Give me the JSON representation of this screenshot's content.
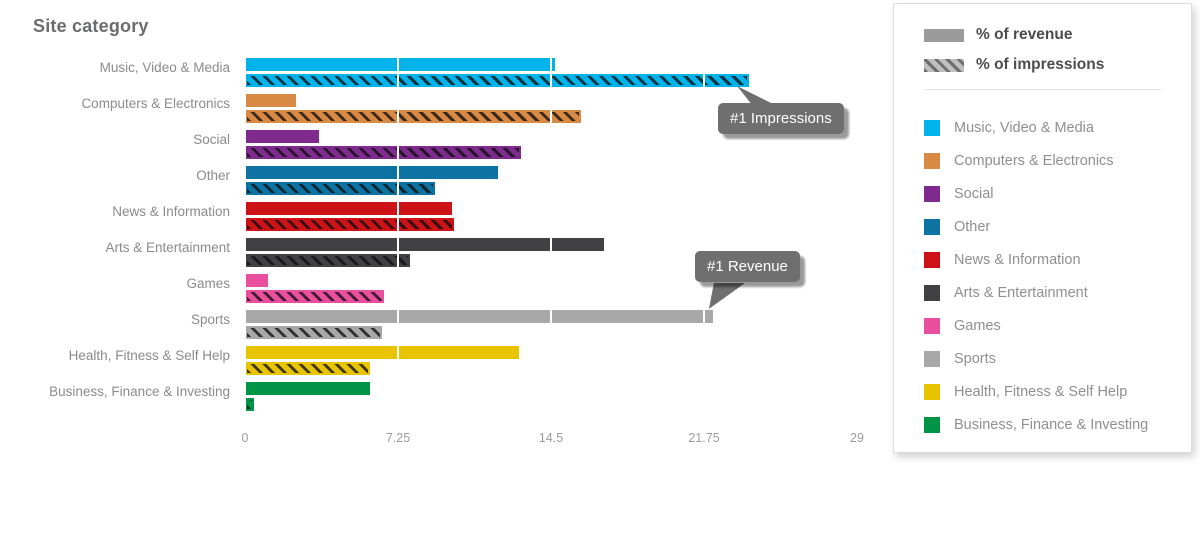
{
  "title": "Site category",
  "colors": {
    "callout_bg": "#6f6f6f",
    "gridline": "#ffffff",
    "title_text": "#6b6c6e",
    "category_label_text": "#8b8b8b",
    "tick_label_text": "#9c9c9c",
    "legend_key_text": "#4c4c4c",
    "legend_item_text": "#8f8f8f",
    "revenue_key_swatch": "#9b9b9b"
  },
  "chart_data": {
    "type": "bar",
    "orientation": "horizontal",
    "title": "Site category",
    "categories": [
      "Music, Video & Media",
      "Computers & Electronics",
      "Social",
      "Other",
      "News & Information",
      "Arts & Entertainment",
      "Games",
      "Sports",
      "Health, Fitness & Self Help",
      "Business, Finance & Investing"
    ],
    "category_colors": [
      "#00b3ea",
      "#d88a44",
      "#7e2b8d",
      "#0d73a3",
      "#cd1317",
      "#414042",
      "#e94f9d",
      "#a8a8a8",
      "#e8c300",
      "#009447"
    ],
    "series": [
      {
        "name": "% of revenue",
        "style": "solid",
        "values": [
          14.7,
          2.4,
          3.5,
          12.0,
          9.8,
          17.0,
          1.1,
          22.2,
          13.0,
          5.9
        ]
      },
      {
        "name": "% of impressions",
        "style": "hatched",
        "values": [
          23.9,
          15.9,
          13.1,
          9.0,
          9.9,
          7.8,
          6.6,
          6.5,
          5.9,
          0.45
        ]
      }
    ],
    "xlim": [
      0,
      29
    ],
    "xticks": [
      0,
      7.25,
      14.5,
      21.75,
      29
    ],
    "xtick_labels": [
      "0",
      "7.25",
      "14.5",
      "21.75",
      "29"
    ],
    "grid": "vertical",
    "legend_position": "right",
    "annotations": [
      {
        "text": "#1 Impressions",
        "category": "Music, Video & Media",
        "series": "% of impressions"
      },
      {
        "text": "#1 Revenue",
        "category": "Sports",
        "series": "% of revenue"
      }
    ]
  }
}
